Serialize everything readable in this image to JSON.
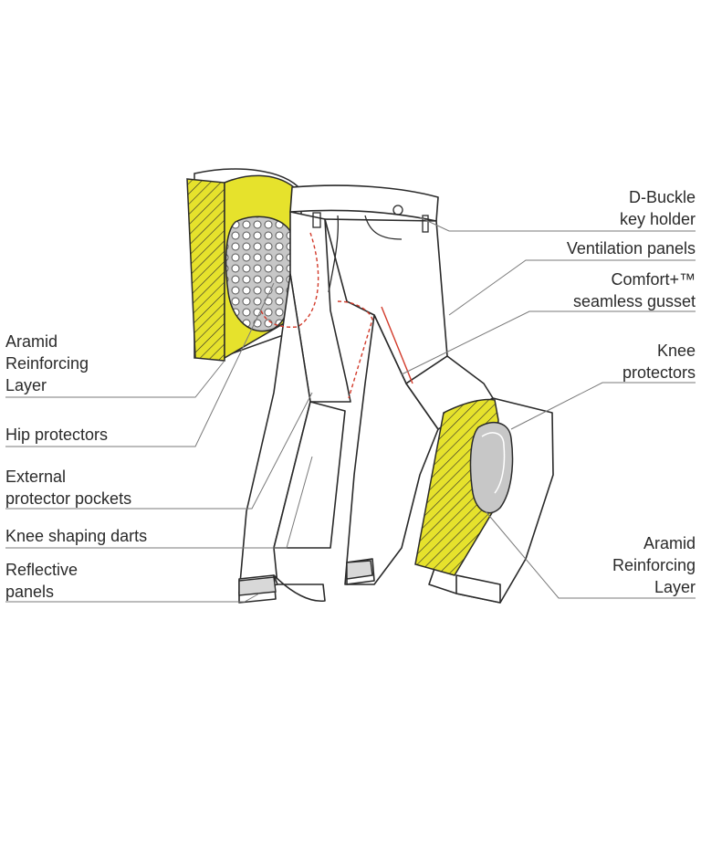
{
  "colors": {
    "aramid": "#e6e22c",
    "outline": "#2a2a2a",
    "protector": "#c7c7c7",
    "seam": "#d23a2a",
    "leader": "#7a7a7a"
  },
  "labels": {
    "aramid_left": [
      "Aramid",
      "Reinforcing",
      "Layer"
    ],
    "hip_protectors": [
      "Hip protectors"
    ],
    "external_pockets": [
      "External",
      "protector pockets"
    ],
    "knee_darts": [
      "Knee shaping darts"
    ],
    "reflective": [
      "Reflective",
      "panels"
    ],
    "d_buckle": [
      "D-Buckle",
      "key holder"
    ],
    "ventilation": [
      "Ventilation panels"
    ],
    "comfort": [
      "Comfort+™",
      "seamless gusset"
    ],
    "knee_protectors": [
      "Knee",
      "protectors"
    ],
    "aramid_right": [
      "Aramid",
      "Reinforcing",
      "Layer"
    ]
  }
}
